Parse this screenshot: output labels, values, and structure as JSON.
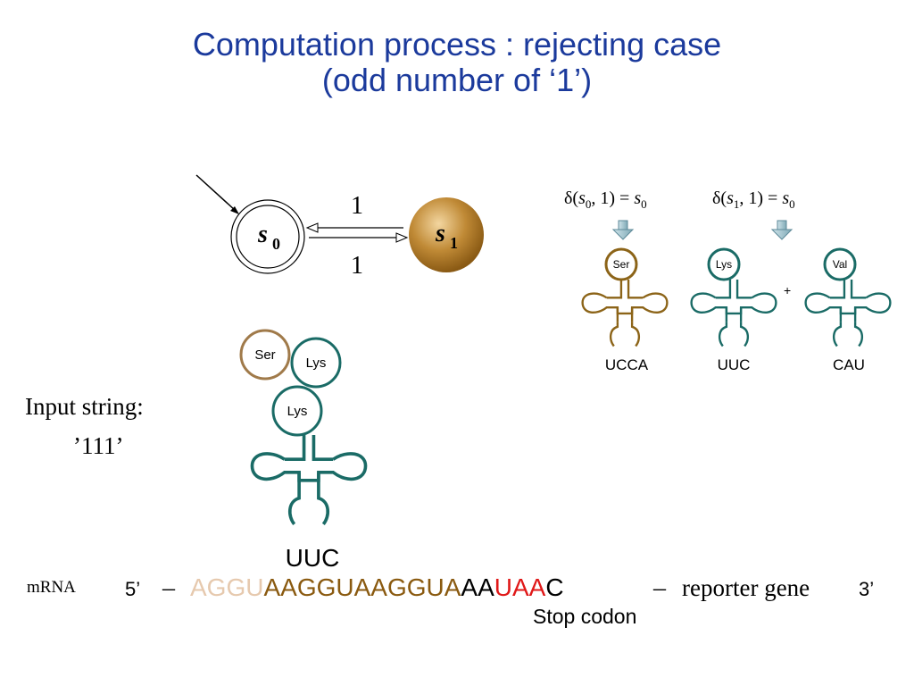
{
  "slide": {
    "title_line1": "Computation process : rejecting case",
    "title_line2": "(odd number of ‘1’)"
  },
  "automaton": {
    "state0": {
      "name": "s",
      "sub": "0",
      "accepting": true,
      "start": true
    },
    "state1": {
      "name": "s",
      "sub": "1",
      "accepting": false
    },
    "edge_top_label": "1",
    "edge_bottom_label": "1",
    "colors": {
      "state1_fill": "#b07a28",
      "line": "#000000"
    }
  },
  "transitions": [
    {
      "delta": "δ(",
      "from_state": "s",
      "from_sub": "0",
      "symbol": ", 1) = ",
      "to_state": "s",
      "to_sub": "0"
    },
    {
      "delta": "δ(",
      "from_state": "s",
      "from_sub": "1",
      "symbol": ", 1) = ",
      "to_state": "s",
      "to_sub": "0"
    }
  ],
  "trnas_right": [
    {
      "amino": "Ser",
      "anticodon": "UCCA",
      "color": "#8c6418"
    },
    {
      "amino": "Lys",
      "anticodon": "UUC",
      "color": "#1a6b66"
    },
    {
      "amino": "Val",
      "anticodon": "CAU",
      "color": "#1a6b66"
    }
  ],
  "plus_sign": "+",
  "chain": {
    "ser": "Ser",
    "lys_top": "Lys",
    "lys_attached": "Lys",
    "anticodon": "UUC",
    "colors": {
      "ser": "#a07a4a",
      "lys": "#1a6b66"
    }
  },
  "input": {
    "label": "Input string:",
    "value": "’111’"
  },
  "mrna": {
    "label": "mRNA",
    "five_prime": "5’",
    "dash1": "–",
    "seq_pale": "AGGU",
    "seq_brown": "AAGGUAAGGUA",
    "seq_black": "AA",
    "seq_red": "UAA",
    "seq_end": "C",
    "dash2": "–",
    "reporter": "reporter gene",
    "three_prime": "3’",
    "stop_codon": "Stop codon",
    "colors": {
      "pale": "#e6c9ae",
      "brown": "#8a5a10",
      "red": "#e01818"
    }
  },
  "icons": {
    "down_arrow": "down-arrow-icon"
  }
}
